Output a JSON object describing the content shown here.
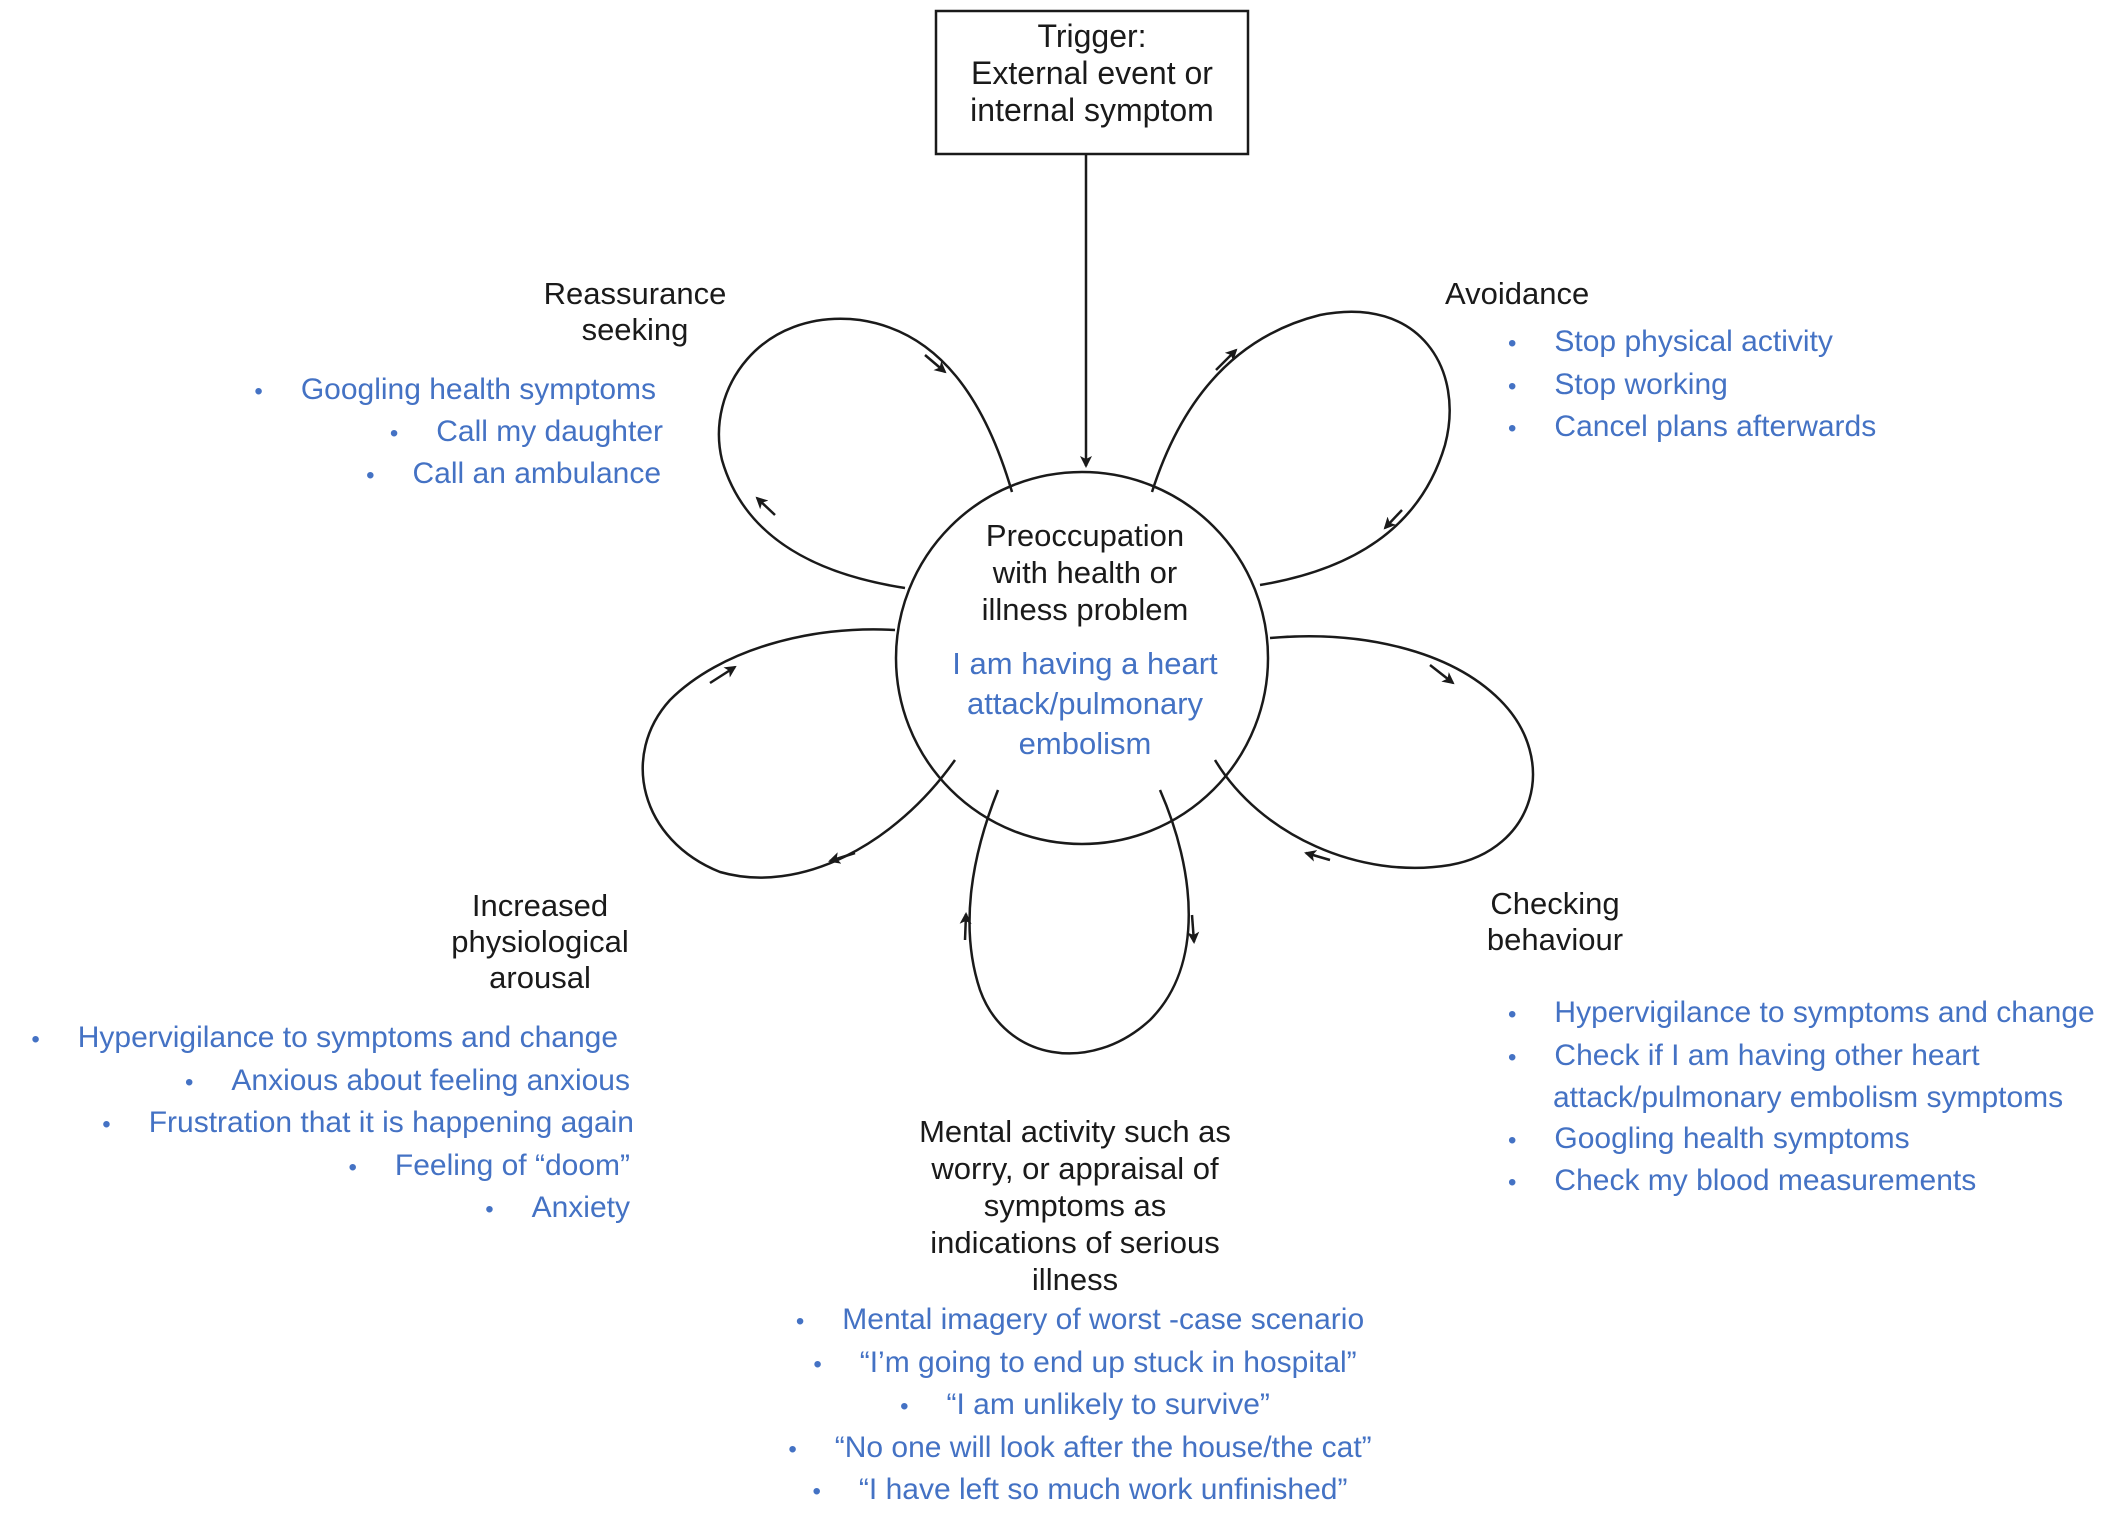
{
  "trigger": {
    "line1": "Trigger:",
    "line2": "External event or",
    "line3": "internal symptom"
  },
  "center": {
    "title": [
      "Preoccupation",
      "with health or",
      "illness problem"
    ],
    "example": [
      "I am having a heart",
      "attack/pulmonary",
      "embolism"
    ]
  },
  "reassurance": {
    "title": [
      "Reassurance",
      "seeking"
    ],
    "items": [
      "Googling health symptoms",
      "Call my daughter",
      "Call an ambulance"
    ]
  },
  "avoidance": {
    "title": "Avoidance",
    "items": [
      "Stop physical activity",
      "Stop working",
      "Cancel plans afterwards"
    ]
  },
  "checking": {
    "title": [
      "Checking",
      "behaviour"
    ],
    "items": [
      "Hypervigilance to symptoms and change",
      "Check if I am having other heart",
      "attack/pulmonary embolism symptoms",
      "Googling health symptoms",
      "Check my blood measurements"
    ]
  },
  "arousal": {
    "title": [
      "Increased",
      "physiological",
      "arousal"
    ],
    "items": [
      "Hypervigilance to symptoms and change",
      "Anxious about feeling anxious",
      "Frustration that it is happening again",
      "Feeling of “doom”",
      "Anxiety"
    ]
  },
  "mental": {
    "title": [
      "Mental activity such as",
      "worry, or appraisal of",
      "symptoms as",
      "indications of serious",
      "illness"
    ],
    "items": [
      "Mental imagery of worst -case scenario",
      "“I’m going to end up stuck in hospital”",
      "“I am unlikely to survive”",
      "“No one will look after the house/the cat”",
      "“I have left so much work unfinished”"
    ]
  },
  "colors": {
    "line": "#1a1a1a",
    "text": "#1a1a1a",
    "accent": "#4472c4"
  }
}
